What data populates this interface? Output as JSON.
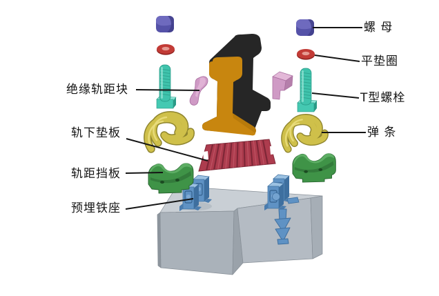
{
  "figure": {
    "type": "exploded-assembly-diagram",
    "subject": "rail fastening system on concrete support block",
    "background": "#ffffff"
  },
  "labels": {
    "nut": "螺 母",
    "flat_washer": "平垫圈",
    "insulated_gauge_block": "绝缘轨距块",
    "t_bolt": "T型螺栓",
    "rail_pad": "轨下垫板",
    "spring_clip": "弹 条",
    "gauge_baffle": "轨距挡板",
    "embedded_iron_seat": "预埋铁座"
  },
  "parts": [
    {
      "id": "nut",
      "label": "螺 母",
      "color": "#5552a8",
      "count": 2
    },
    {
      "id": "flat_washer",
      "label": "平垫圈",
      "color": "#c23b36",
      "count": 2
    },
    {
      "id": "t_bolt",
      "label": "T型螺栓",
      "color": "#3fc3ac",
      "count": 2
    },
    {
      "id": "insulated_gauge_block",
      "label": "绝缘轨距块",
      "color": "#cf9ac5",
      "count": 2
    },
    {
      "id": "spring_clip",
      "label": "弹 条",
      "color": "#cfc04a",
      "count": 2
    },
    {
      "id": "rail_pad",
      "label": "轨下垫板",
      "color": "#ad3c4e",
      "count": 1
    },
    {
      "id": "gauge_baffle",
      "label": "轨距挡板",
      "color": "#3f9347",
      "count": 2
    },
    {
      "id": "embedded_iron_seat",
      "label": "预埋铁座",
      "color": "#5f92c4",
      "count": 4
    },
    {
      "id": "rail",
      "label": "",
      "color": "#262626",
      "count": 1
    },
    {
      "id": "concrete_block",
      "label": "",
      "color": "#b4bbc3",
      "count": 1
    }
  ],
  "colors": {
    "nut": "#5552a8",
    "washer": "#c23b36",
    "bolt": "#3fc3ac",
    "insulated_gauge_block": "#cf9ac5",
    "rail_body": "#262626",
    "rail_face": "#c8860f",
    "spring_clip": "#cfc04a",
    "rail_pad": "#ad3c4e",
    "gauge_baffle": "#3f9347",
    "embedded_iron_seat": "#5f92c4",
    "concrete_block": "#b4bbc3",
    "leader_line": "#141414",
    "label_text": "#141414"
  }
}
